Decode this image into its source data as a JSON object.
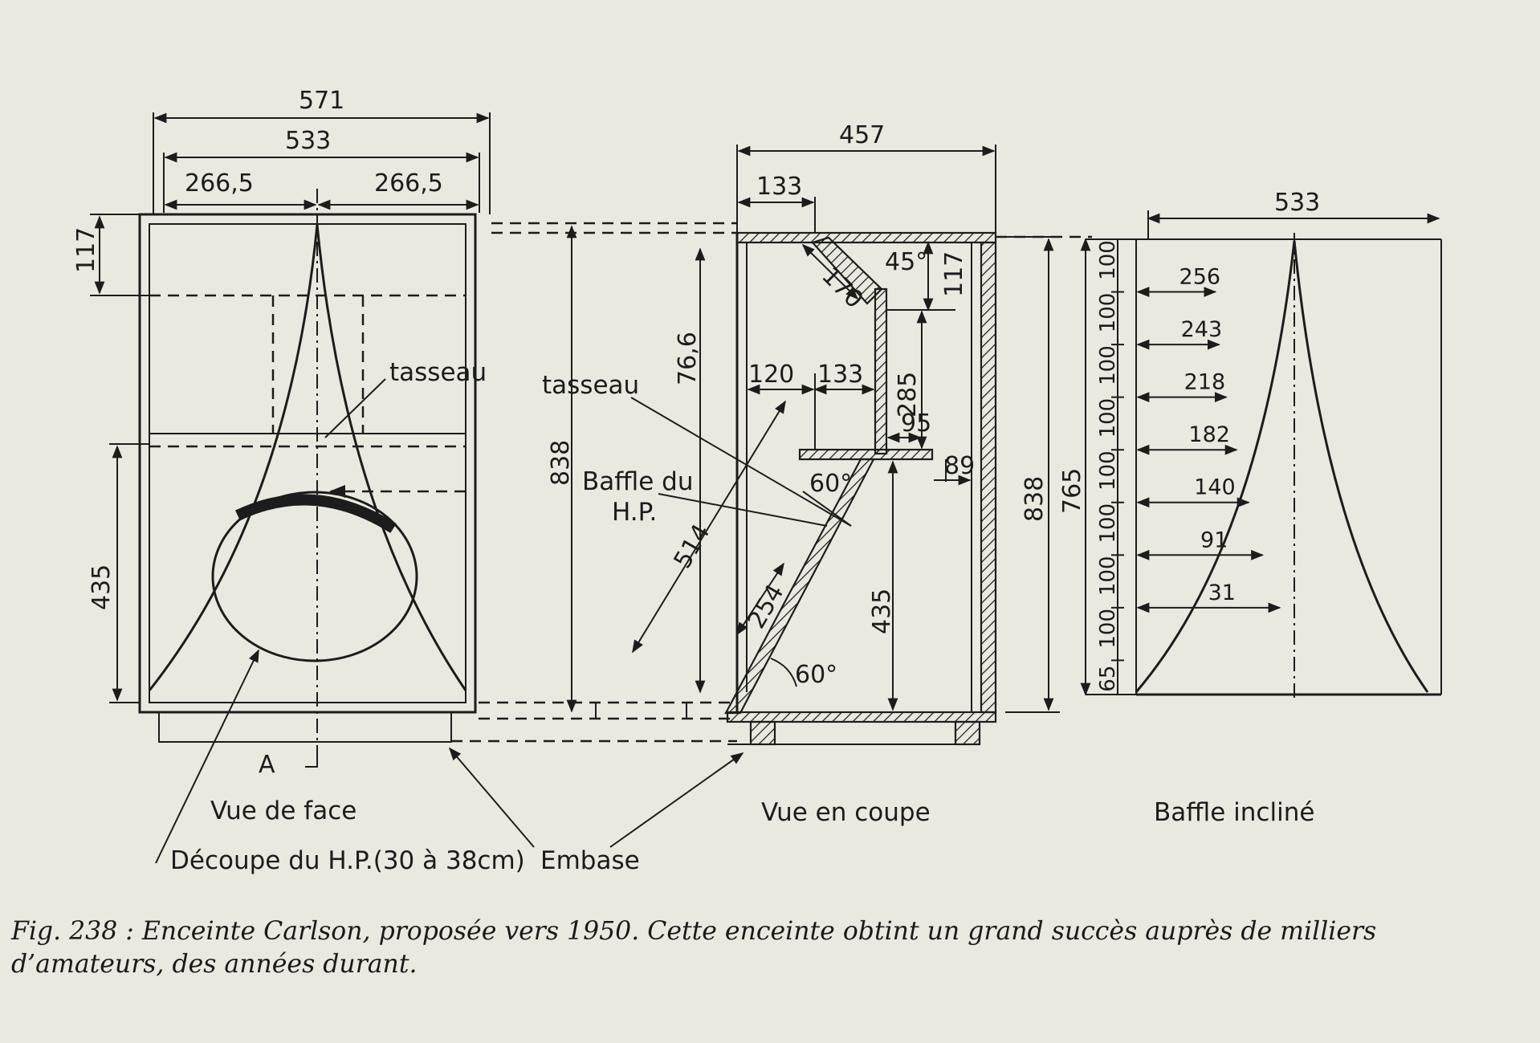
{
  "front_view": {
    "label": "Vue de face",
    "dims": {
      "outer_width": "571",
      "inner_width": "533",
      "half_left": "266,5",
      "half_right": "266,5",
      "top_height": "117",
      "lower_height": "435"
    },
    "tasseau": "tasseau",
    "point_a": "A",
    "cutout_label": "Découpe du H.P.(30 à 38cm)"
  },
  "section_view": {
    "label": "Vue en coupe",
    "dims": {
      "depth": "457",
      "top_left": "133",
      "diag_top": "170",
      "angle_top": "45°",
      "height_117": "117",
      "shelf_left": "120",
      "shelf_right": "133",
      "h285": "285",
      "h95": "95",
      "h89": "89",
      "diag_mid": "76,6",
      "total_height": "838",
      "baffle_diag": "514",
      "baffle_seg": "254",
      "angle_mid": "60°",
      "angle_bottom": "60°",
      "h435": "435",
      "right_height": "838"
    },
    "tasseau": "tasseau",
    "baffle_label_1": "Baffle du",
    "baffle_label_2": "H.P."
  },
  "baffle_view": {
    "label": "Baffle incliné",
    "width": "533",
    "total_height": "765",
    "segments": [
      "100",
      "100",
      "100",
      "100",
      "100",
      "100",
      "100",
      "100",
      "65"
    ],
    "widths": [
      "256",
      "243",
      "218",
      "182",
      "140",
      "91",
      "31"
    ]
  },
  "embase_label": "Embase",
  "caption": {
    "line1": "Fig. 238 : Enceinte Carlson, proposée vers 1950. Cette enceinte obtint un grand succès auprès de milliers",
    "line2": "d’amateurs, des années durant."
  }
}
